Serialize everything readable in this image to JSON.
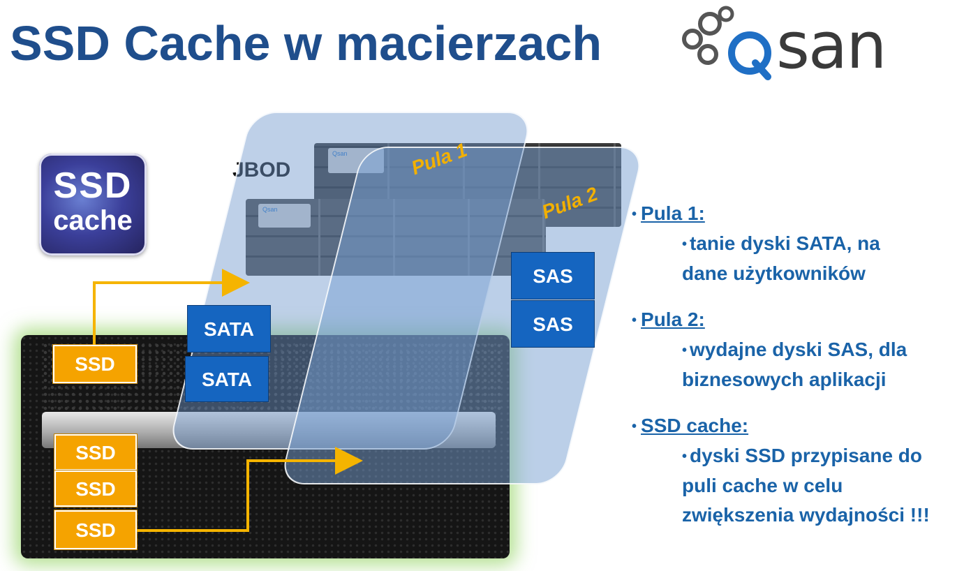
{
  "header": {
    "title": "SSD Cache w macierzach"
  },
  "logo": {
    "text": "san",
    "brand_color": "#1f6fc5"
  },
  "badge": {
    "line1": "SSD",
    "line2": "cache"
  },
  "diagram": {
    "jbod_label": "JBOD",
    "pool1_label": "Pula 1",
    "pool2_label": "Pula 2",
    "sata_drives": [
      "SATA",
      "SATA"
    ],
    "sas_drives": [
      "SAS",
      "SAS"
    ],
    "ssd_drives": [
      "SSD",
      "SSD",
      "SSD",
      "SSD"
    ],
    "unit_brand": "Qsan"
  },
  "bullets": [
    {
      "head": "Pula 1:",
      "lines": [
        "tanie dyski SATA, na",
        "dane użytkowników"
      ]
    },
    {
      "head": "Pula 2:",
      "lines": [
        "wydajne dyski SAS, dla",
        "biznesowych aplikacji"
      ]
    },
    {
      "head": "SSD cache:",
      "lines": [
        "dyski SSD przypisane do",
        "puli cache w celu",
        "zwiększenia wydajności !!!"
      ]
    }
  ],
  "colors": {
    "title": "#1f4e8c",
    "bullet_text": "#1a63a8",
    "ssd": "#f5a300",
    "drive": "#1565c0",
    "arrow": "#f5b400",
    "pool_label": "#f2b000"
  }
}
